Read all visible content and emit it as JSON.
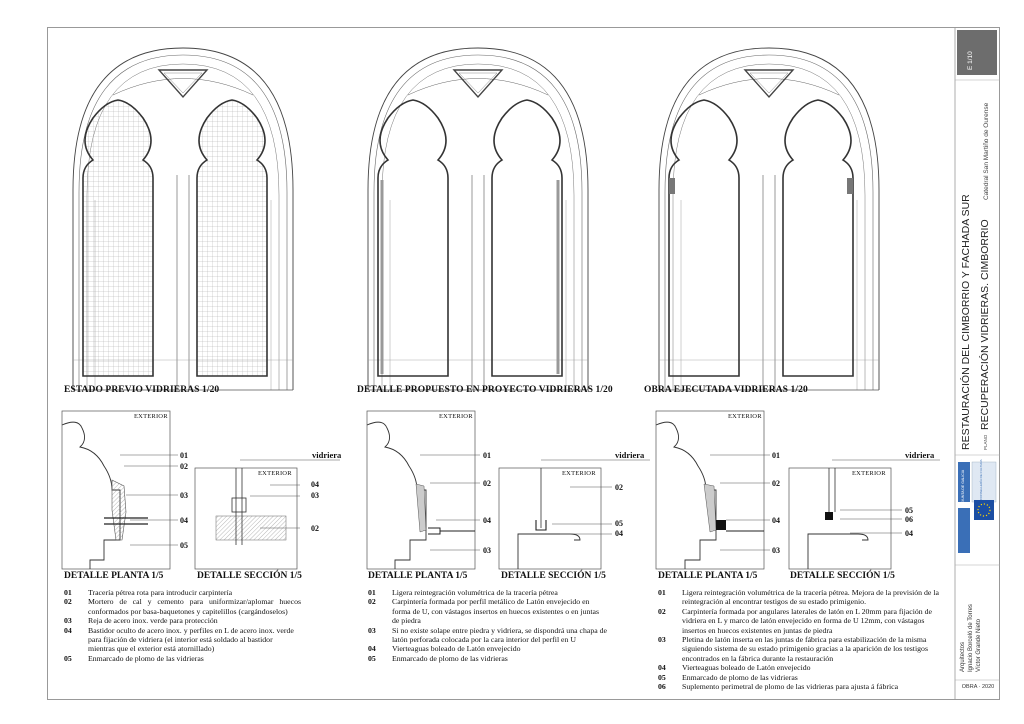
{
  "elevations": {
    "previo_title": "ESTADO PREVIO VIDRIERAS  1/20",
    "propuesto_title": "DETALLE PROPUESTO EN PROYECTO VIDRIERAS  1/20",
    "ejecutada_title": "OBRA EJECUTADA VIDRIERAS  1/20"
  },
  "details": {
    "planta_label": "DETALLE PLANTA  1/5",
    "seccion_label": "DETALLE SECCIÓN  1/5",
    "exterior": "EXTERIOR",
    "vidriera": "vidriera",
    "c01": "01",
    "c02": "02",
    "c03": "03",
    "c04": "04",
    "c05": "05",
    "c06": "06"
  },
  "legend_left": [
    {
      "n": "01",
      "t": "Tracería pétrea rota para introducir carpintería"
    },
    {
      "n": "02",
      "t": "Mortero de cal y cemento para uniformizar/aplomar huecos conformados por basa-baquetones y capitelillos (cargándoselos)"
    },
    {
      "n": "03",
      "t": "Reja de acero inox. verde para protección"
    },
    {
      "n": "04",
      "t": "Bastidor oculto de acero inox. y perfiles en L de acero inox. verde para fijación de vidriera (el interior está soldado al bastidor mientras que el exterior está atornillado)"
    },
    {
      "n": "05",
      "t": "Enmarcado de plomo de las vidrieras"
    }
  ],
  "legend_mid": [
    {
      "n": "01",
      "t": "Ligera reintegración volumétrica de la tracería pétrea"
    },
    {
      "n": "02",
      "t": "Carpintería formada por perfil metálico de Latón envejecido en forma de U, con vástagos insertos en huecos existentes o en juntas de piedra"
    },
    {
      "n": "03",
      "t": "Si no existe solape entre piedra y vidriera, se dispondrá una chapa de latón perforada colocada por la cara interior del perfil en U"
    },
    {
      "n": "04",
      "t": "Vierteaguas boleado de Latón envejecido"
    },
    {
      "n": "05",
      "t": "Enmarcado de plomo de las vidrieras"
    }
  ],
  "legend_right": [
    {
      "n": "01",
      "t": "Ligera reintegración volumétrica de la tracería pétrea. Mejora de la previsión de la reintegración al encontrar testigos de su estado primigenio."
    },
    {
      "n": "02",
      "t": "Carpintería formada por angulares laterales de latón en L 20mm para fijación de vidriera en L y marco de latón envejecido en forma de U 12mm, con vástagos insertos en huecos existentes en juntas de piedra"
    },
    {
      "n": "03",
      "t": "Pletina de latón inserta en las juntas de fábrica para estabilización de la misma siguiendo sistema de su estado primigenio gracias a la aparición de los testigos  encontrados en la fábrica durante la restauración"
    },
    {
      "n": "04",
      "t": "Vierteaguas boleado de Latón envejecido"
    },
    {
      "n": "05",
      "t": "Enmarcado de plomo de las vidrieras"
    },
    {
      "n": "06",
      "t": "Suplemento perimetral de plomo de las vidrieras para ajusta á fábrica"
    }
  ],
  "titleblock": {
    "scale": "E 1/10",
    "building": "Catedral San Martiño de Ourense",
    "project": "RESTAURACIÓN DEL CIMBORRIO Y FACHADA SUR",
    "plano_label": "PLANO",
    "plano": "RECUPERACIÓN VIDRIERAS. CIMBORRIO",
    "architects_label": "Arquitectos",
    "architect1": "Ignacio Borceló de Torres",
    "architect2": "Víctor Grande Nieto",
    "date": "OBRA · 2020",
    "logo1_text": "XUNTA DE GALICIA",
    "logo2_text": "CONSELLERÍA DE CULTURA"
  },
  "colors": {
    "accent": "#6d6d6d",
    "hatch": "#b5b5b5"
  }
}
